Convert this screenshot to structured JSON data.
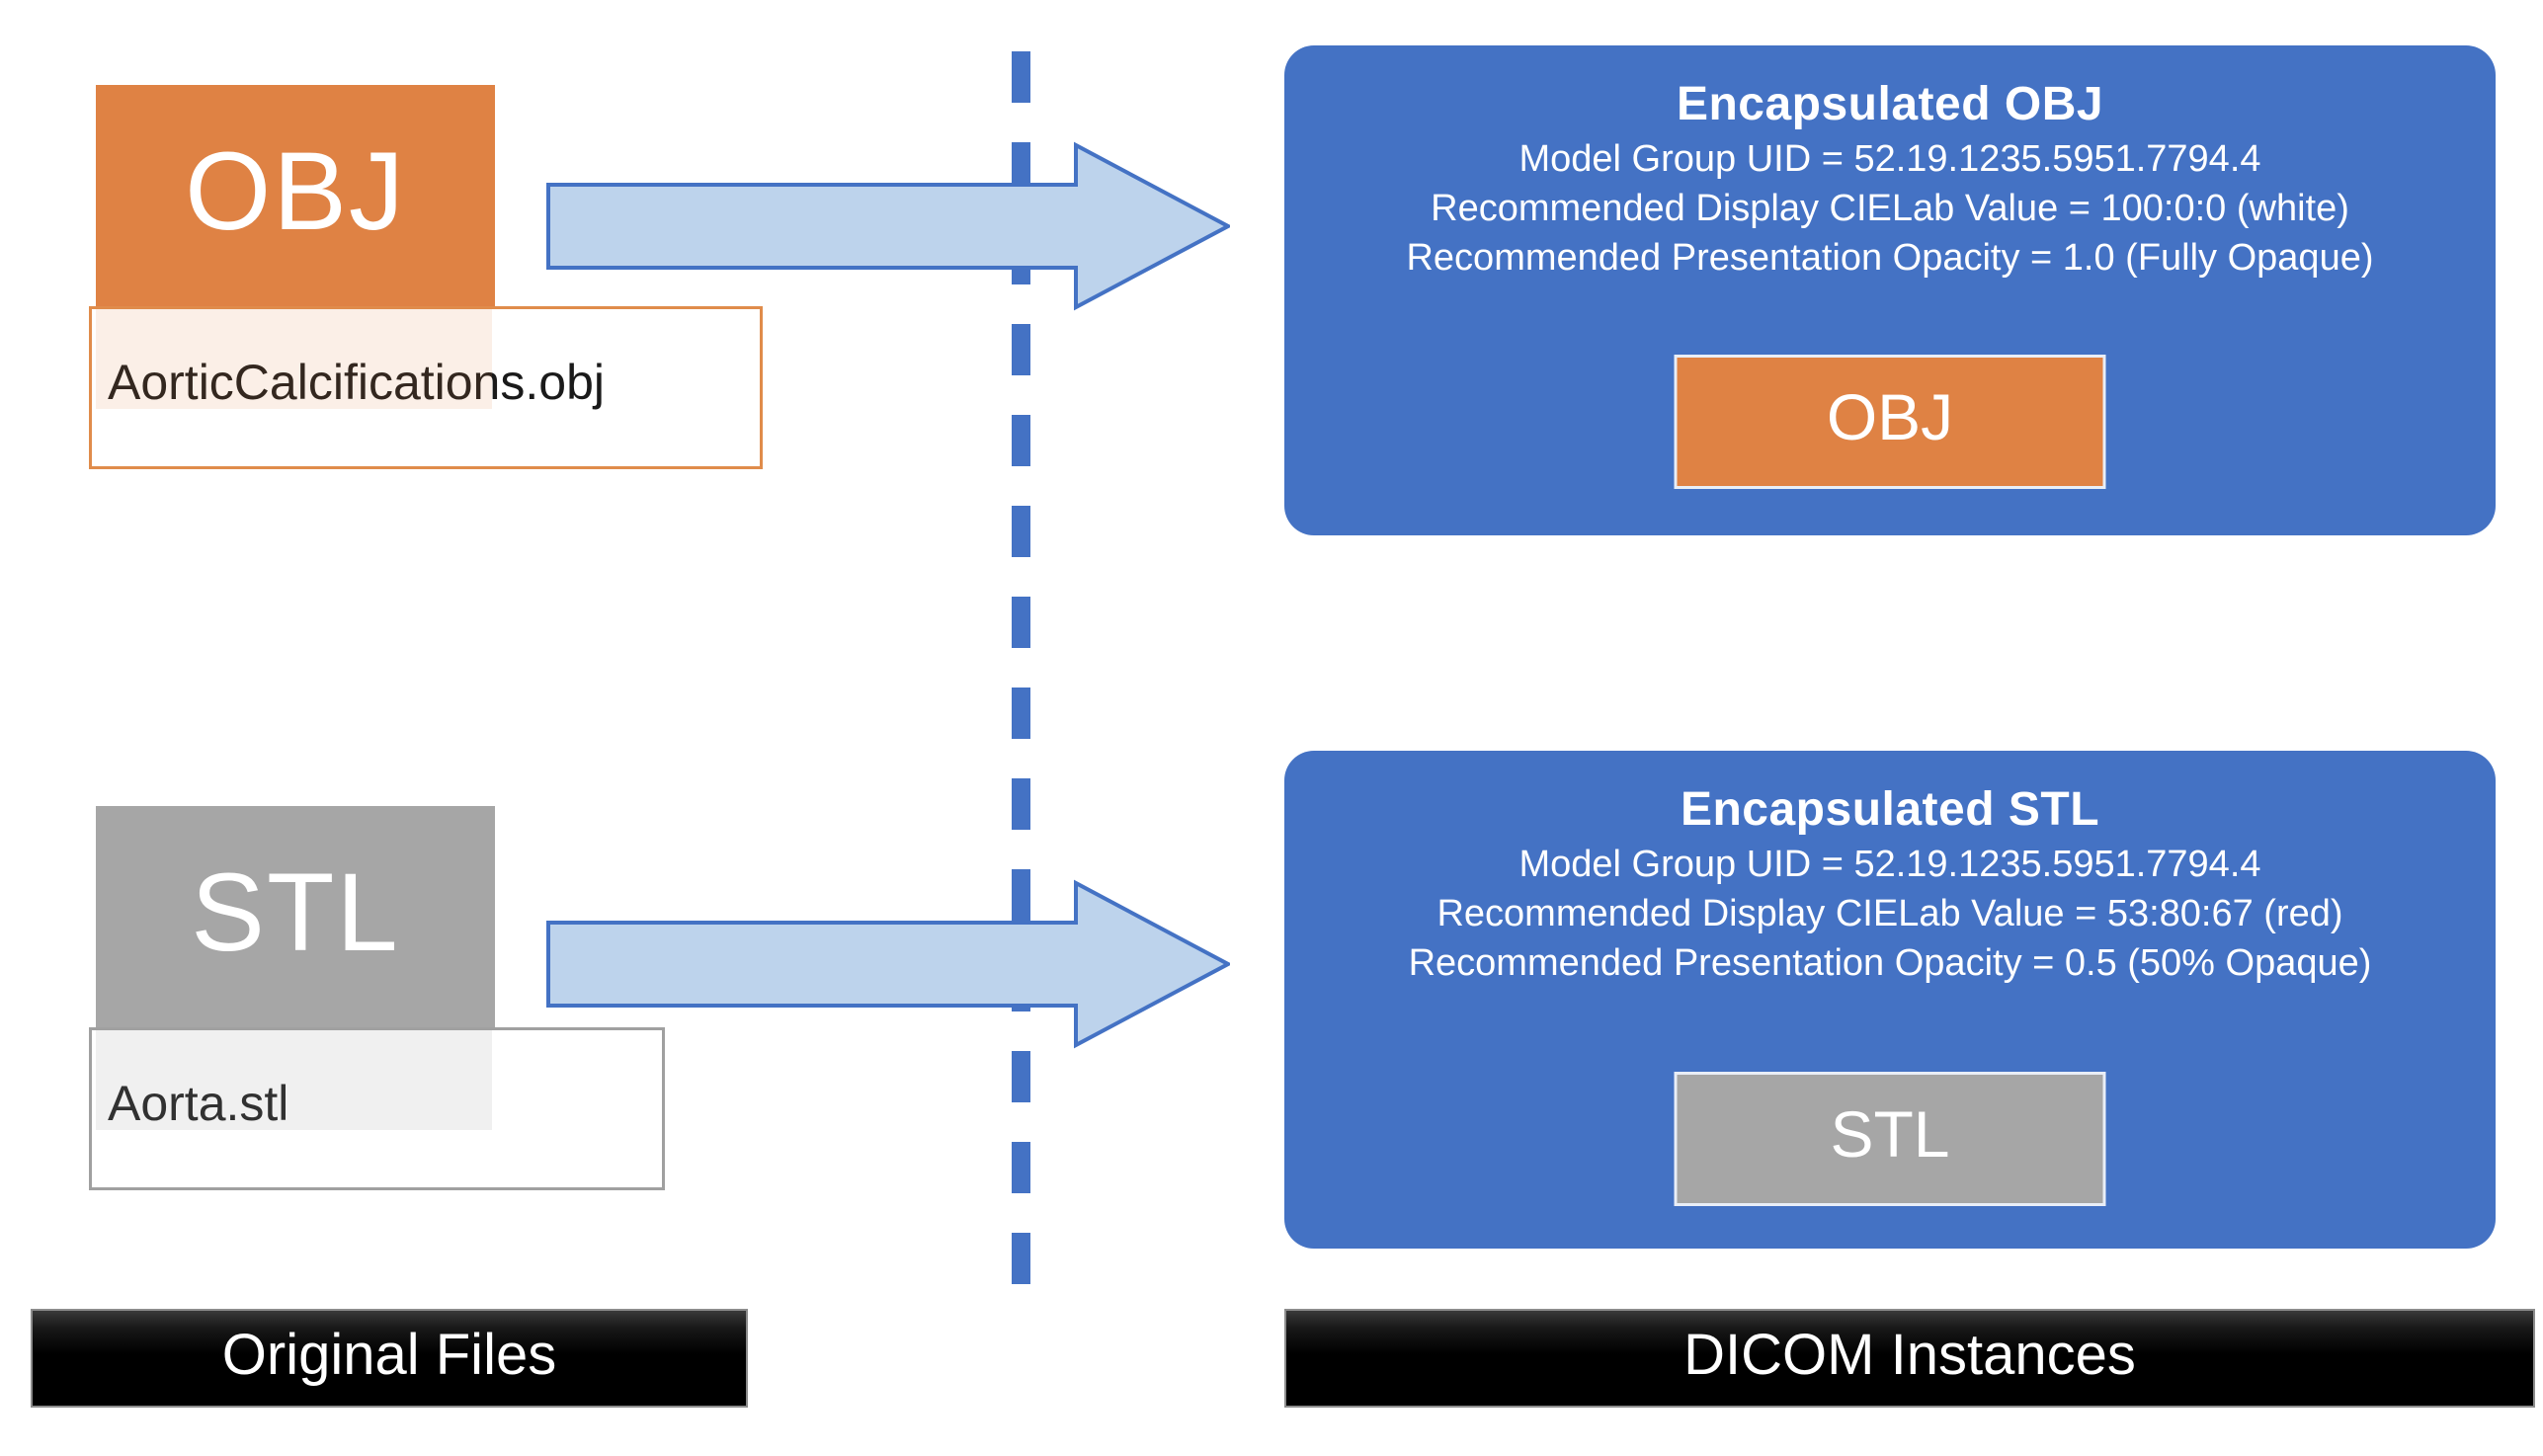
{
  "diagram": {
    "title_note": "OBJ and STL file encapsulation into DICOM instances",
    "divider": {
      "name": "dashed-divider",
      "color": "#4472C4"
    }
  },
  "left_column": {
    "banner_label": "Original Files",
    "files": [
      {
        "type_label": "OBJ",
        "file_name": "AorticCalcifications.obj",
        "square_color": "#DF8244",
        "label_border_color": "#E08C4B"
      },
      {
        "type_label": "STL",
        "file_name": "Aorta.stl",
        "square_color": "#A6A6A6",
        "label_border_color": "#A0A0A0"
      }
    ]
  },
  "arrows": [
    {
      "name": "conversion-arrow-obj",
      "direction": "right",
      "fill": "#BDD3EC",
      "stroke": "#4472C4"
    },
    {
      "name": "conversion-arrow-stl",
      "direction": "right",
      "fill": "#BDD3EC",
      "stroke": "#4472C4"
    }
  ],
  "right_column": {
    "banner_label": "DICOM Instances",
    "panel_color": "#4472C4",
    "instances": [
      {
        "title": "Encapsulated  OBJ",
        "lines": [
          "Model Group UID = 52.19.1235.5951.7794.4",
          "Recommended Display CIELab Value = 100:0:0  (white)",
          "Recommended Presentation Opacity = 1.0 (Fully Opaque)"
        ],
        "chip_label": "OBJ",
        "chip_color": "#DF8244"
      },
      {
        "title": "Encapsulated  STL",
        "lines": [
          "Model Group UID = 52.19.1235.5951.7794.4",
          "Recommended Display CIELab Value = 53:80:67  (red)",
          "Recommended Presentation Opacity = 0.5 (50% Opaque)"
        ],
        "chip_label": "STL",
        "chip_color": "#A6A6A6"
      }
    ]
  }
}
